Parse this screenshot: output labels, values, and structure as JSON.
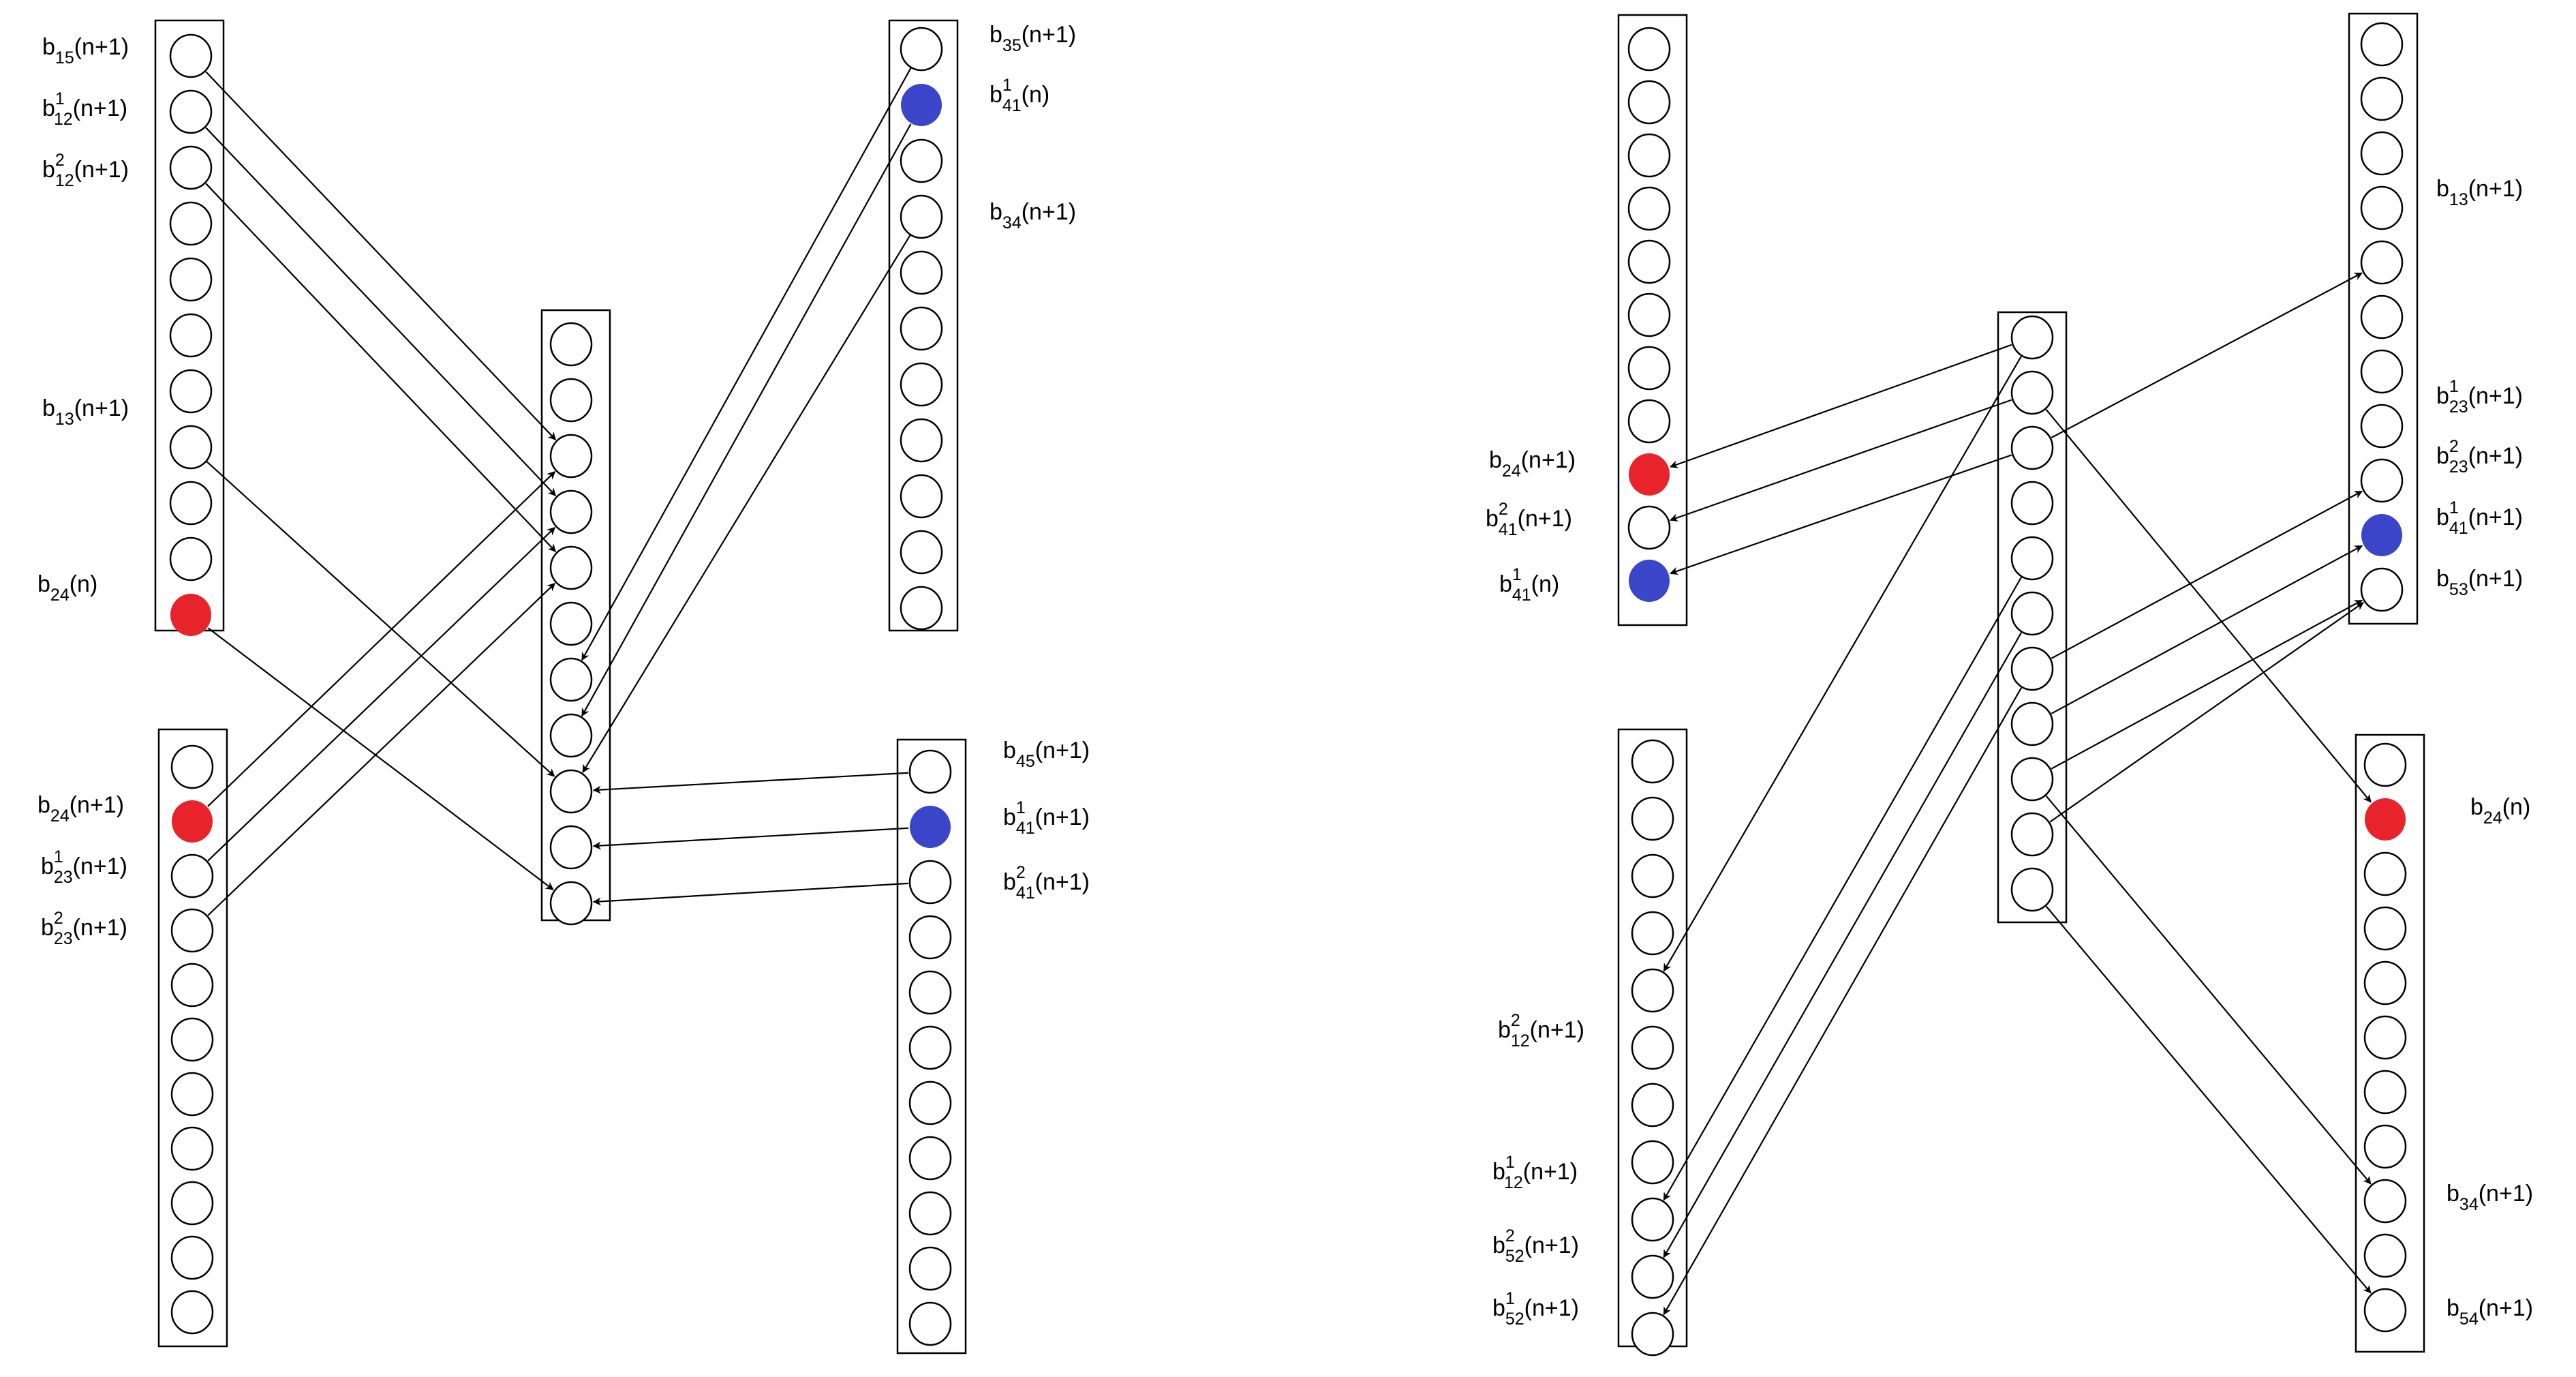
{
  "colors": {
    "background": "#ffffff",
    "stroke": "#000000",
    "node_empty": "#ffffff",
    "node_red": "#e8232b",
    "node_blue": "#3a45c9"
  },
  "left_figure": {
    "labels": [
      {
        "id": "L1_b15",
        "base": "b",
        "sub": "15",
        "sup": "",
        "rest": "(n+1)"
      },
      {
        "id": "L1_b12_1",
        "base": "b",
        "sub": "12",
        "sup": "1",
        "rest": "(n+1)"
      },
      {
        "id": "L1_b12_2",
        "base": "b",
        "sub": "12",
        "sup": "2",
        "rest": "(n+1)"
      },
      {
        "id": "L1_b13",
        "base": "b",
        "sub": "13",
        "sup": "",
        "rest": "(n+1)"
      },
      {
        "id": "L1_b24n",
        "base": "b",
        "sub": "24",
        "sup": "",
        "rest": "(n)"
      },
      {
        "id": "L2_b24",
        "base": "b",
        "sub": "24",
        "sup": "",
        "rest": "(n+1)"
      },
      {
        "id": "L2_b23_1",
        "base": "b",
        "sub": "23",
        "sup": "1",
        "rest": "(n+1)"
      },
      {
        "id": "L2_b23_2",
        "base": "b",
        "sub": "23",
        "sup": "2",
        "rest": "(n+1)"
      },
      {
        "id": "R1_b35",
        "base": "b",
        "sub": "35",
        "sup": "",
        "rest": "(n+1)"
      },
      {
        "id": "R1_b41n",
        "base": "b",
        "sub": "41",
        "sup": "1",
        "rest": "(n)"
      },
      {
        "id": "R1_b34",
        "base": "b",
        "sub": "34",
        "sup": "",
        "rest": "(n+1)"
      },
      {
        "id": "R2_b45",
        "base": "b",
        "sub": "45",
        "sup": "",
        "rest": "(n+1)"
      },
      {
        "id": "R2_b41_1",
        "base": "b",
        "sub": "41",
        "sup": "1",
        "rest": "(n+1)"
      },
      {
        "id": "R2_b41_2",
        "base": "b",
        "sub": "41",
        "sup": "2",
        "rest": "(n+1)"
      }
    ]
  },
  "right_figure": {
    "labels": [
      {
        "id": "A_b24",
        "base": "b",
        "sub": "24",
        "sup": "",
        "rest": "(n+1)"
      },
      {
        "id": "A_b41_2",
        "base": "b",
        "sub": "41",
        "sup": "2",
        "rest": "(n+1)"
      },
      {
        "id": "A_b41n",
        "base": "b",
        "sub": "41",
        "sup": "1",
        "rest": "(n)"
      },
      {
        "id": "B_b12_2",
        "base": "b",
        "sub": "12",
        "sup": "2",
        "rest": "(n+1)"
      },
      {
        "id": "B_b12_1",
        "base": "b",
        "sub": "12",
        "sup": "1",
        "rest": "(n+1)"
      },
      {
        "id": "B_b52_2",
        "base": "b",
        "sub": "52",
        "sup": "2",
        "rest": "(n+1)"
      },
      {
        "id": "B_b52_1",
        "base": "b",
        "sub": "52",
        "sup": "1",
        "rest": "(n+1)"
      },
      {
        "id": "D_b13",
        "base": "b",
        "sub": "13",
        "sup": "",
        "rest": "(n+1)"
      },
      {
        "id": "D_b23_1",
        "base": "b",
        "sub": "23",
        "sup": "1",
        "rest": "(n+1)"
      },
      {
        "id": "D_b23_2",
        "base": "b",
        "sub": "23",
        "sup": "2",
        "rest": "(n+1)"
      },
      {
        "id": "D_b41_1",
        "base": "b",
        "sub": "41",
        "sup": "1",
        "rest": "(n+1)"
      },
      {
        "id": "D_b53",
        "base": "b",
        "sub": "53",
        "sup": "",
        "rest": "(n+1)"
      },
      {
        "id": "E_b24n",
        "base": "b",
        "sub": "24",
        "sup": "",
        "rest": "(n)"
      },
      {
        "id": "E_b34",
        "base": "b",
        "sub": "34",
        "sup": "",
        "rest": "(n+1)"
      },
      {
        "id": "E_b54",
        "base": "b",
        "sub": "54",
        "sup": "",
        "rest": "(n+1)"
      }
    ]
  }
}
